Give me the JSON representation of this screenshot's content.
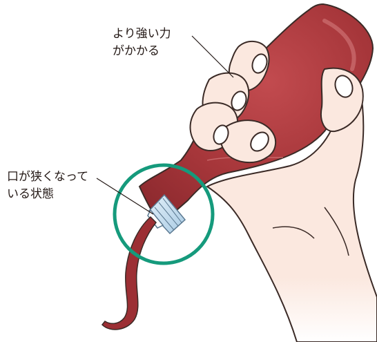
{
  "annotations": {
    "pressure": {
      "line1": "より強い力",
      "line2": "がかかる"
    },
    "narrow_opening": {
      "line1": "口が狭くなって",
      "line2": "いる状態"
    }
  },
  "colors": {
    "bottle": "#a6363a",
    "bottle_highlight": "#c25a5c",
    "sauce": "#9c2f34",
    "skin": "#fbe8df",
    "outline": "#3a2a26",
    "cap": "#bcd8ec",
    "circle": "#159a7c"
  },
  "icons": {
    "bottle": "squeeze-bottle-icon",
    "hand": "hand-icon",
    "sauce": "sauce-stream-icon",
    "highlight": "highlight-circle-icon"
  }
}
